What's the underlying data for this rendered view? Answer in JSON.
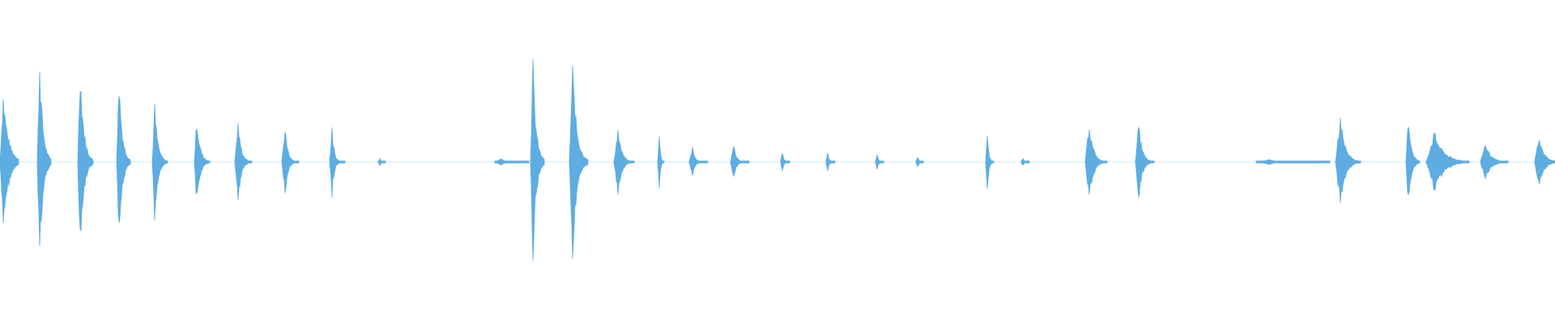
{
  "waveform": {
    "color": "#5dade2",
    "background": "#ffffff",
    "segments": [
      {
        "start": 0.0,
        "end": 0.012,
        "peak": 0.58,
        "decay": 0.55
      },
      {
        "start": 0.024,
        "end": 0.033,
        "peak": 0.88,
        "decay": 0.45
      },
      {
        "start": 0.05,
        "end": 0.06,
        "peak": 0.82,
        "decay": 0.45
      },
      {
        "start": 0.075,
        "end": 0.084,
        "peak": 0.72,
        "decay": 0.45
      },
      {
        "start": 0.098,
        "end": 0.108,
        "peak": 0.48,
        "decay": 0.4
      },
      {
        "start": 0.125,
        "end": 0.135,
        "peak": 0.38,
        "decay": 0.4
      },
      {
        "start": 0.151,
        "end": 0.162,
        "peak": 0.34,
        "decay": 0.35
      },
      {
        "start": 0.181,
        "end": 0.192,
        "peak": 0.3,
        "decay": 0.3
      },
      {
        "start": 0.212,
        "end": 0.222,
        "peak": 0.28,
        "decay": 0.25
      },
      {
        "start": 0.243,
        "end": 0.248,
        "peak": 0.04,
        "decay": 0.2
      },
      {
        "start": 0.318,
        "end": 0.34,
        "peak": 0.03,
        "decay": 0.2
      },
      {
        "start": 0.341,
        "end": 0.35,
        "peak": 0.84,
        "decay": 0.45
      },
      {
        "start": 0.366,
        "end": 0.378,
        "peak": 0.82,
        "decay": 0.45
      },
      {
        "start": 0.395,
        "end": 0.408,
        "peak": 0.28,
        "decay": 0.35
      },
      {
        "start": 0.423,
        "end": 0.427,
        "peak": 0.25,
        "decay": 0.25
      },
      {
        "start": 0.443,
        "end": 0.455,
        "peak": 0.12,
        "decay": 0.25
      },
      {
        "start": 0.47,
        "end": 0.482,
        "peak": 0.14,
        "decay": 0.25
      },
      {
        "start": 0.502,
        "end": 0.508,
        "peak": 0.09,
        "decay": 0.25
      },
      {
        "start": 0.531,
        "end": 0.537,
        "peak": 0.08,
        "decay": 0.25
      },
      {
        "start": 0.563,
        "end": 0.568,
        "peak": 0.07,
        "decay": 0.25
      },
      {
        "start": 0.589,
        "end": 0.594,
        "peak": 0.05,
        "decay": 0.25
      },
      {
        "start": 0.634,
        "end": 0.639,
        "peak": 0.24,
        "decay": 0.3
      },
      {
        "start": 0.657,
        "end": 0.662,
        "peak": 0.04,
        "decay": 0.25
      },
      {
        "start": 0.698,
        "end": 0.712,
        "peak": 0.34,
        "decay": 0.35
      },
      {
        "start": 0.73,
        "end": 0.742,
        "peak": 0.33,
        "decay": 0.35
      },
      {
        "start": 0.808,
        "end": 0.855,
        "peak": 0.02,
        "decay": 0.2
      },
      {
        "start": 0.859,
        "end": 0.875,
        "peak": 0.38,
        "decay": 0.4
      },
      {
        "start": 0.904,
        "end": 0.913,
        "peak": 0.4,
        "decay": 0.4
      },
      {
        "start": 0.917,
        "end": 0.945,
        "peak": 0.25,
        "decay": 0.45
      },
      {
        "start": 0.952,
        "end": 0.97,
        "peak": 0.16,
        "decay": 0.4
      },
      {
        "start": 0.987,
        "end": 1.0,
        "peak": 0.22,
        "decay": 0.5
      }
    ]
  }
}
